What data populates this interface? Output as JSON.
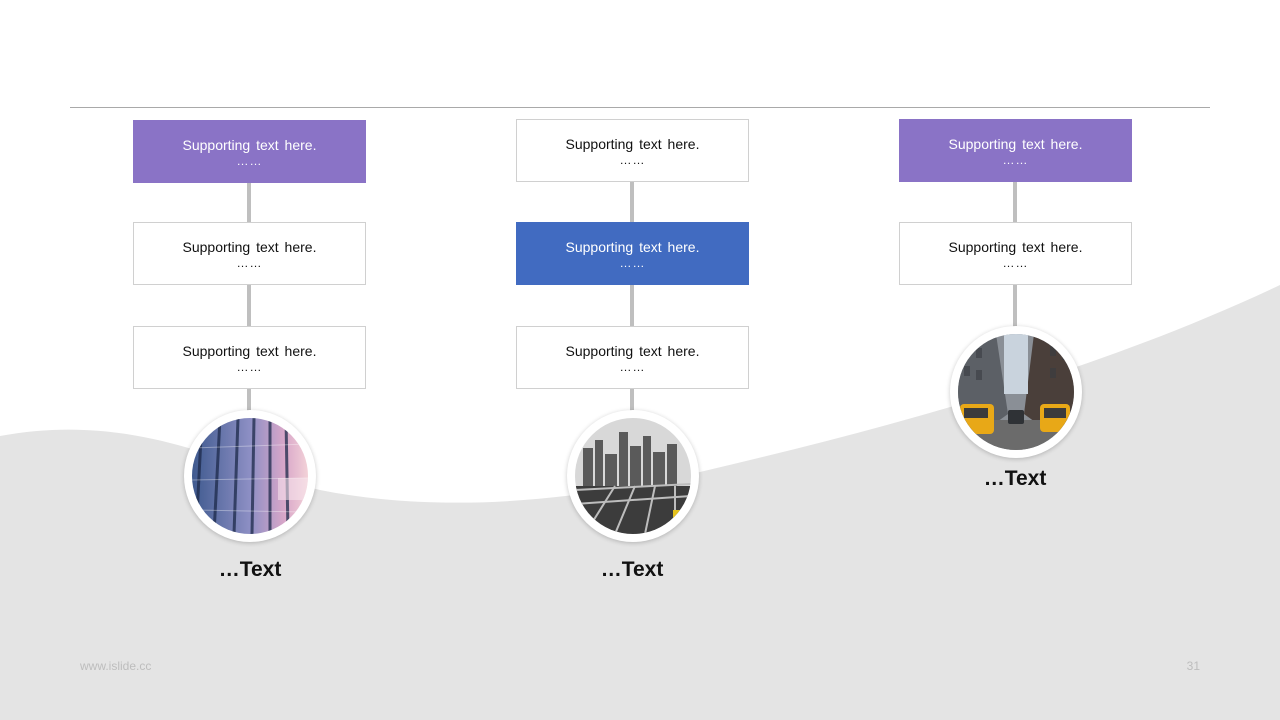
{
  "slide": {
    "columns": [
      {
        "boxes": [
          {
            "text": "Supporting  text here.",
            "dots": "……",
            "style": "purple"
          },
          {
            "text": "Supporting  text here.",
            "dots": "……",
            "style": "white"
          },
          {
            "text": "Supporting  text here.",
            "dots": "……",
            "style": "white"
          }
        ],
        "image": "glass-building-photo",
        "caption": "…Text"
      },
      {
        "boxes": [
          {
            "text": "Supporting  text here.",
            "dots": "……",
            "style": "white"
          },
          {
            "text": "Supporting  text here.",
            "dots": "……",
            "style": "blue"
          },
          {
            "text": "Supporting  text here.",
            "dots": "……",
            "style": "white"
          }
        ],
        "image": "city-skyline-bridge-photo",
        "caption": "…Text"
      },
      {
        "boxes": [
          {
            "text": "Supporting  text here.",
            "dots": "……",
            "style": "purple"
          },
          {
            "text": "Supporting  text here.",
            "dots": "……",
            "style": "white"
          }
        ],
        "image": "street-taxis-photo",
        "caption": "…Text"
      }
    ],
    "footer": {
      "url": "www.islide.cc",
      "page_number": "31"
    },
    "colors": {
      "purple": "#8a73c6",
      "blue": "#416bc1",
      "wave": "#e4e4e4",
      "connector": "#bfbfbf"
    }
  }
}
